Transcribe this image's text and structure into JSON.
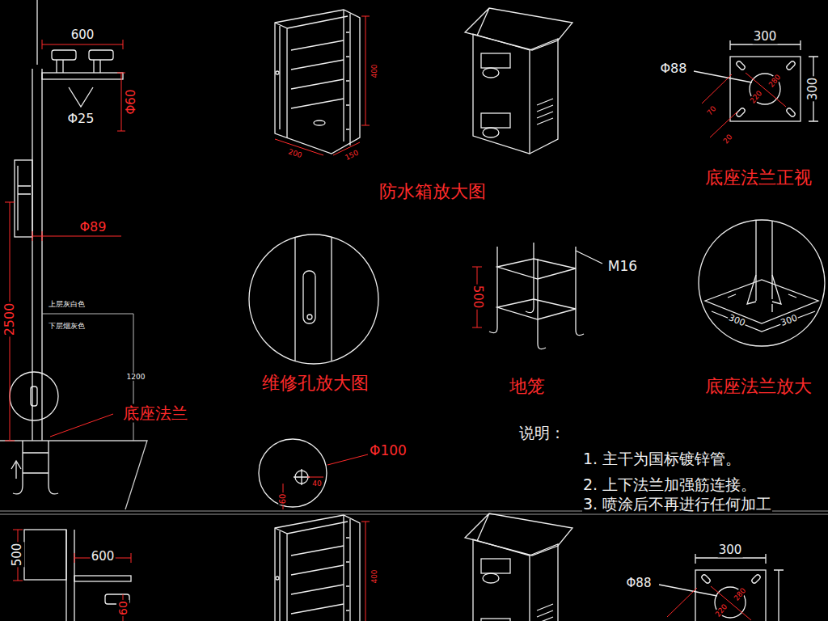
{
  "diagram": {
    "labels": [
      "600",
      "Φ25",
      "Φ60",
      "Φ89",
      "2500",
      "上层灰白色",
      "下层烟灰色",
      "1200",
      "底座法兰",
      "400",
      "200",
      "150",
      "防水箱放大图",
      "Φ88",
      "300",
      "300",
      "280",
      "220",
      "70",
      "20",
      "底座法兰正视",
      "维修孔放大图",
      "M16",
      "500",
      "地笼",
      "300",
      "300",
      "底座法兰放大",
      "Φ100",
      "60",
      "40",
      "说明：",
      "1. 主干为国标镀锌管。",
      "2. 上下法兰加强筋连接。",
      "3. 喷涂后不再进行任何加工",
      "500",
      "600",
      "60",
      "400",
      "Φ88",
      "300",
      "280",
      "220"
    ]
  }
}
